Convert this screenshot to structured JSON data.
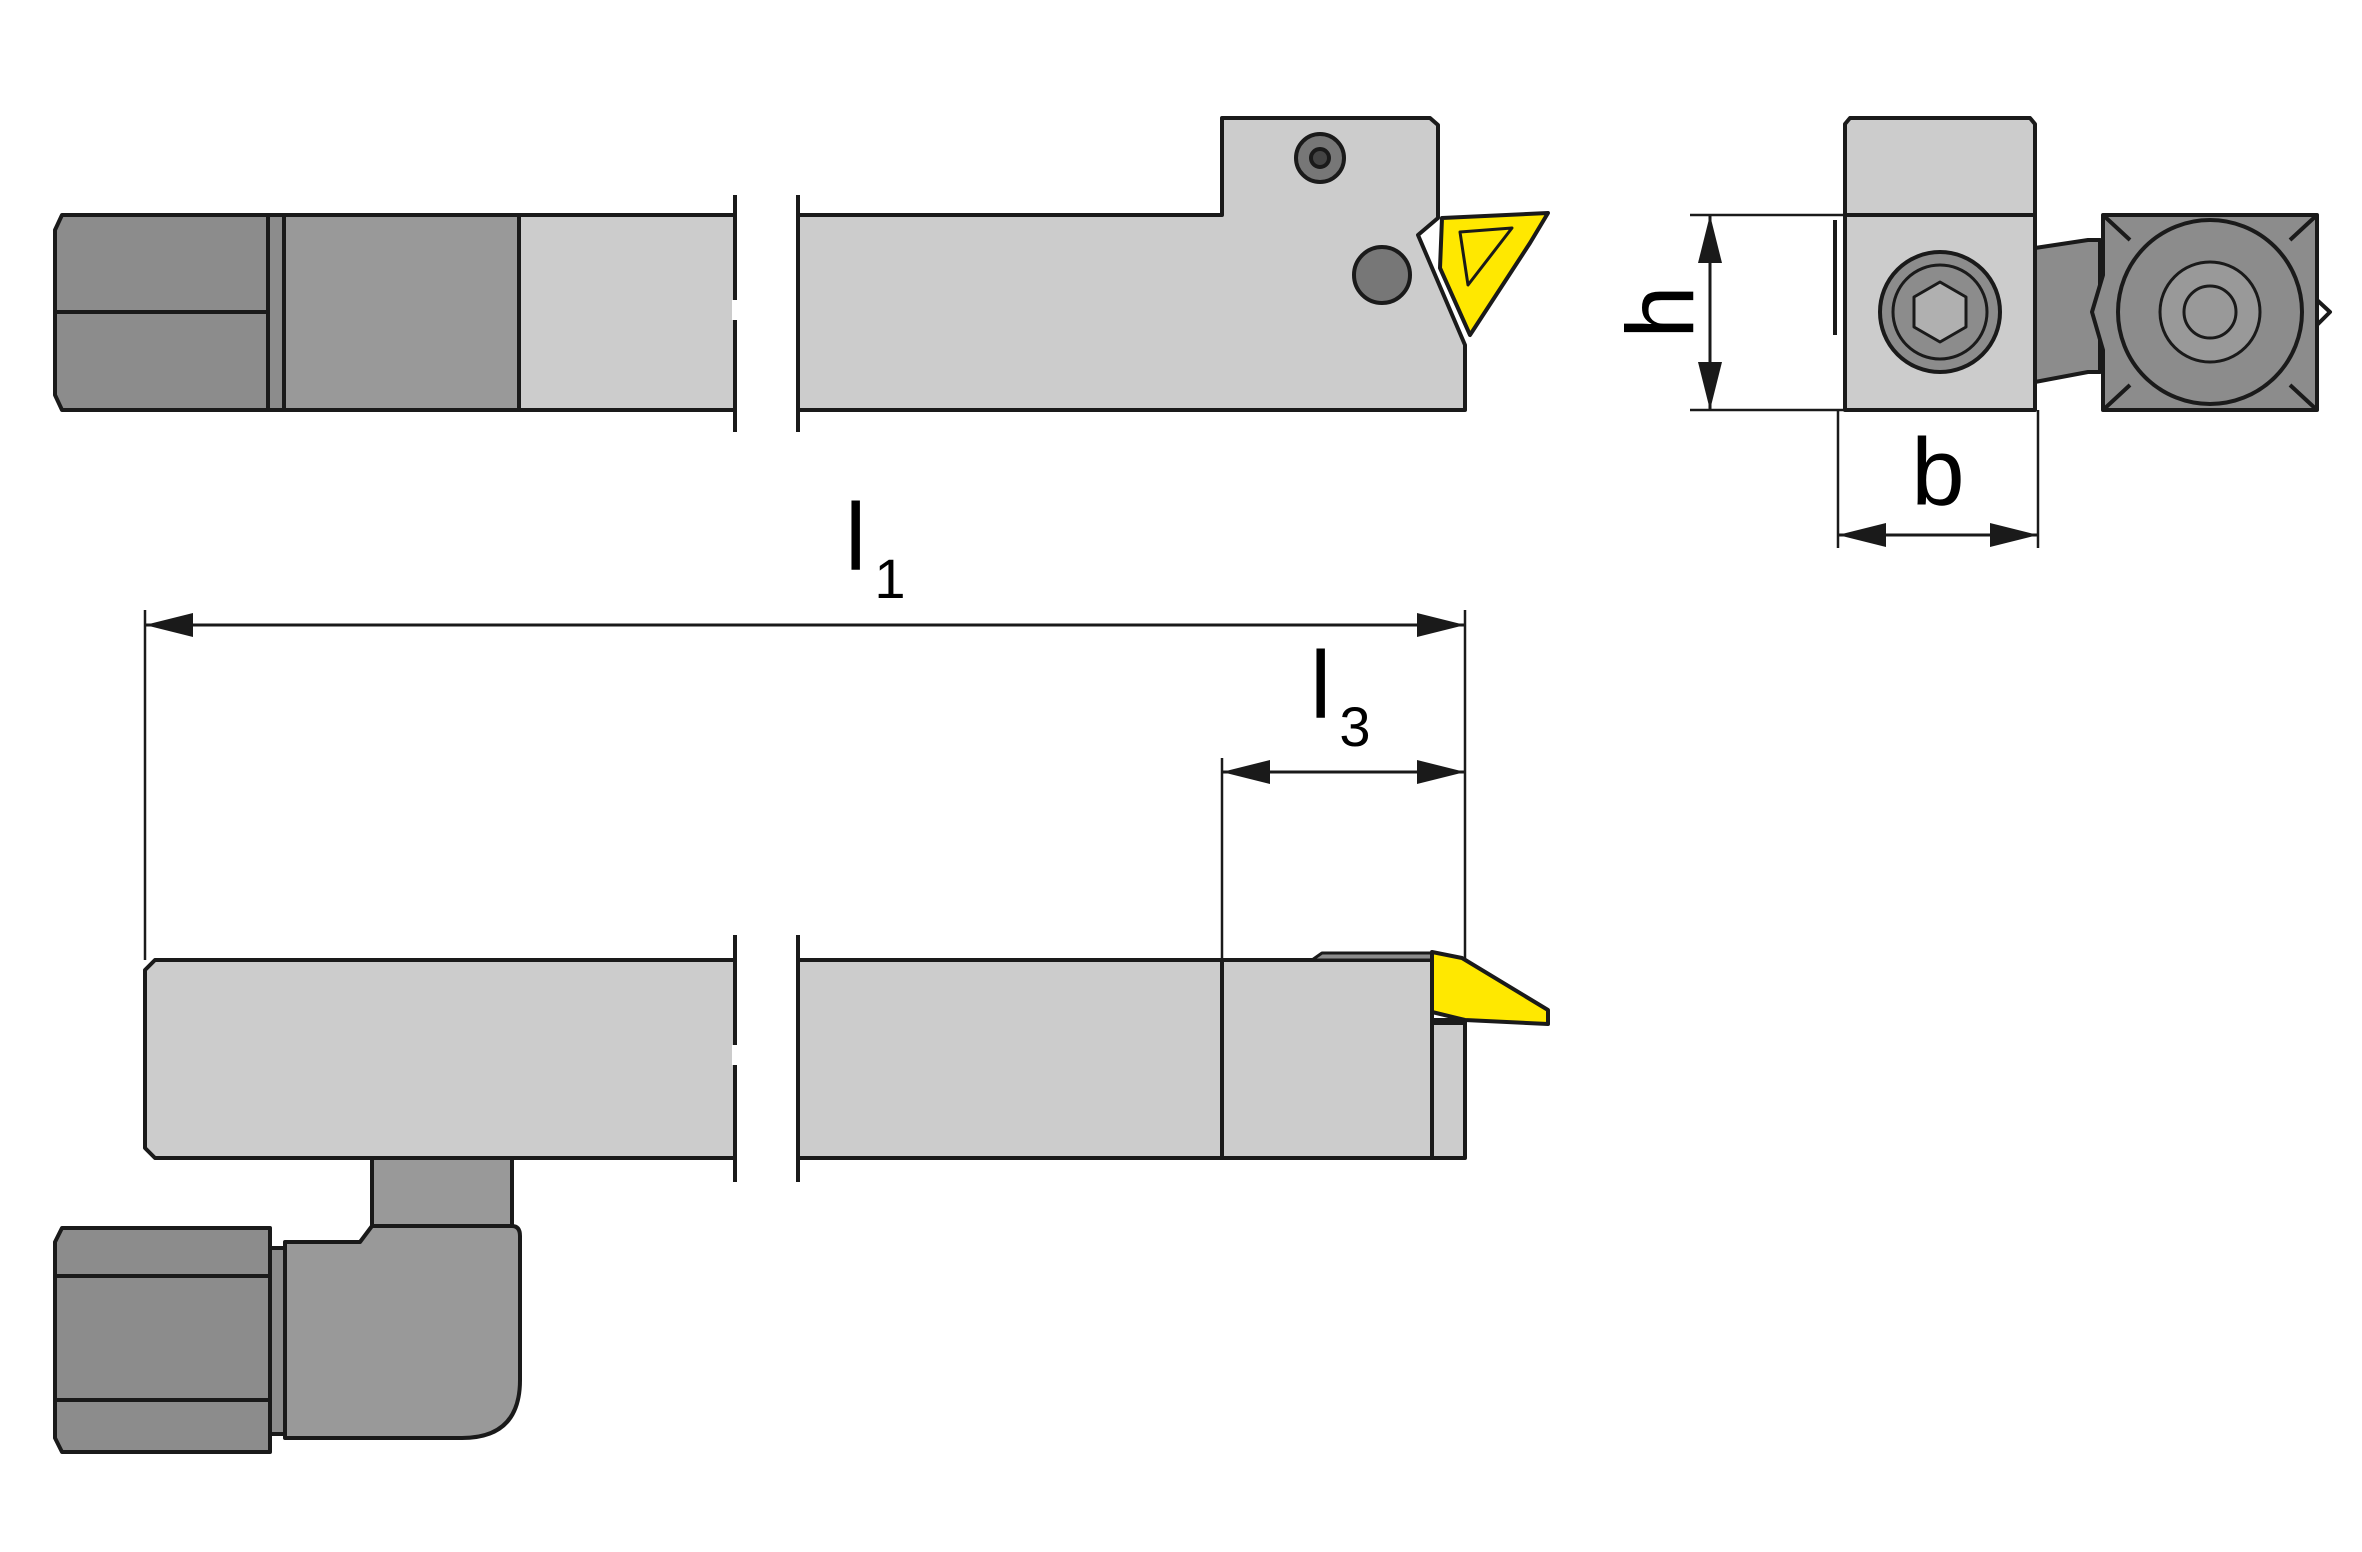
{
  "colors": {
    "outline": "#1a1a1a",
    "body_light": "#cccccc",
    "body_mid": "#a6a6a6",
    "body_dark": "#8c8c8c",
    "fitting": "#999999",
    "insert": "#ffe800",
    "background": "#ffffff"
  },
  "dimensions": {
    "h": {
      "letter": "h"
    },
    "b": {
      "letter": "b"
    },
    "l1": {
      "letter": "l",
      "subscript": "1"
    },
    "l3": {
      "letter": "l",
      "subscript": "3"
    }
  }
}
